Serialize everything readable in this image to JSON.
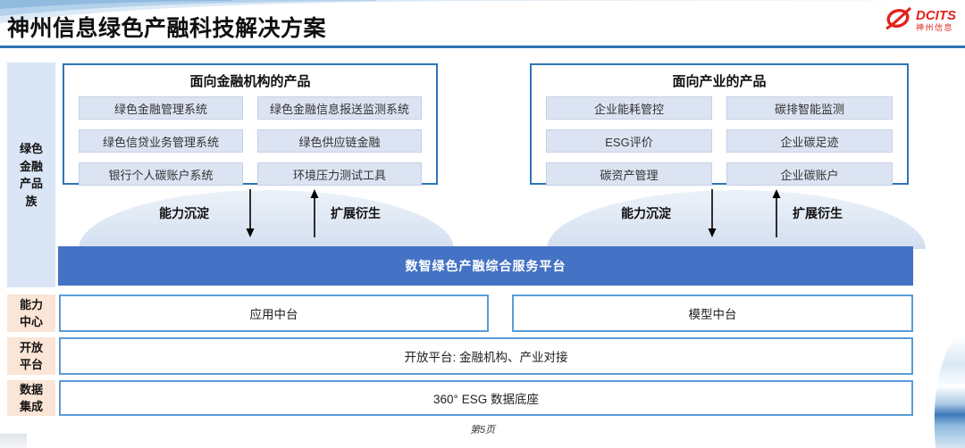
{
  "colors": {
    "accent_blue": "#4472C4",
    "group_border_blue": "#2E75B6",
    "row_border_blue": "#5B9BD5",
    "chip_fill": "#DCE3F2",
    "sidebar_blue": "#DAE6F5",
    "sidebar_peach": "#FBE5D6",
    "dome_blue": "#D2DFF0",
    "brand_red": "#E2231A"
  },
  "header": {
    "title": "神州信息绿色产融科技解决方案",
    "logo": {
      "brand": "DCITS",
      "brand_cn": "神州信息"
    }
  },
  "sidebar": {
    "product_family": {
      "label": "绿色金融产品族",
      "lines": [
        "绿色",
        "金融",
        "产品",
        "族"
      ]
    },
    "rows": [
      {
        "label": "能力中心",
        "lines": [
          "能力",
          "中心"
        ]
      },
      {
        "label": "开放平台",
        "lines": [
          "开放",
          "平台"
        ]
      },
      {
        "label": "数据集成",
        "lines": [
          "数据",
          "集成"
        ]
      }
    ]
  },
  "product_groups": [
    {
      "title": "面向金融机构的产品",
      "items": [
        "绿色金融管理系统",
        "绿色金融信息报送监测系统",
        "绿色信贷业务管理系统",
        "绿色供应链金融",
        "银行个人碳账户系统",
        "环境压力测试工具"
      ]
    },
    {
      "title": "面向产业的产品",
      "items": [
        "企业能耗管控",
        "碳排智能监测",
        "ESG评价",
        "企业碳足迹",
        "碳资产管理",
        "企业碳账户"
      ]
    }
  ],
  "flow": {
    "down_label": "能力沉淀",
    "up_label": "扩展衍生"
  },
  "platform": {
    "label": "数智绿色产融综合服务平台"
  },
  "middle_row": [
    "应用中台",
    "模型中台"
  ],
  "open_platform_row": "开放平台: 金融机构、产业对接",
  "data_base_row": "360° ESG 数据底座",
  "footer": {
    "page_label": "第5页"
  }
}
